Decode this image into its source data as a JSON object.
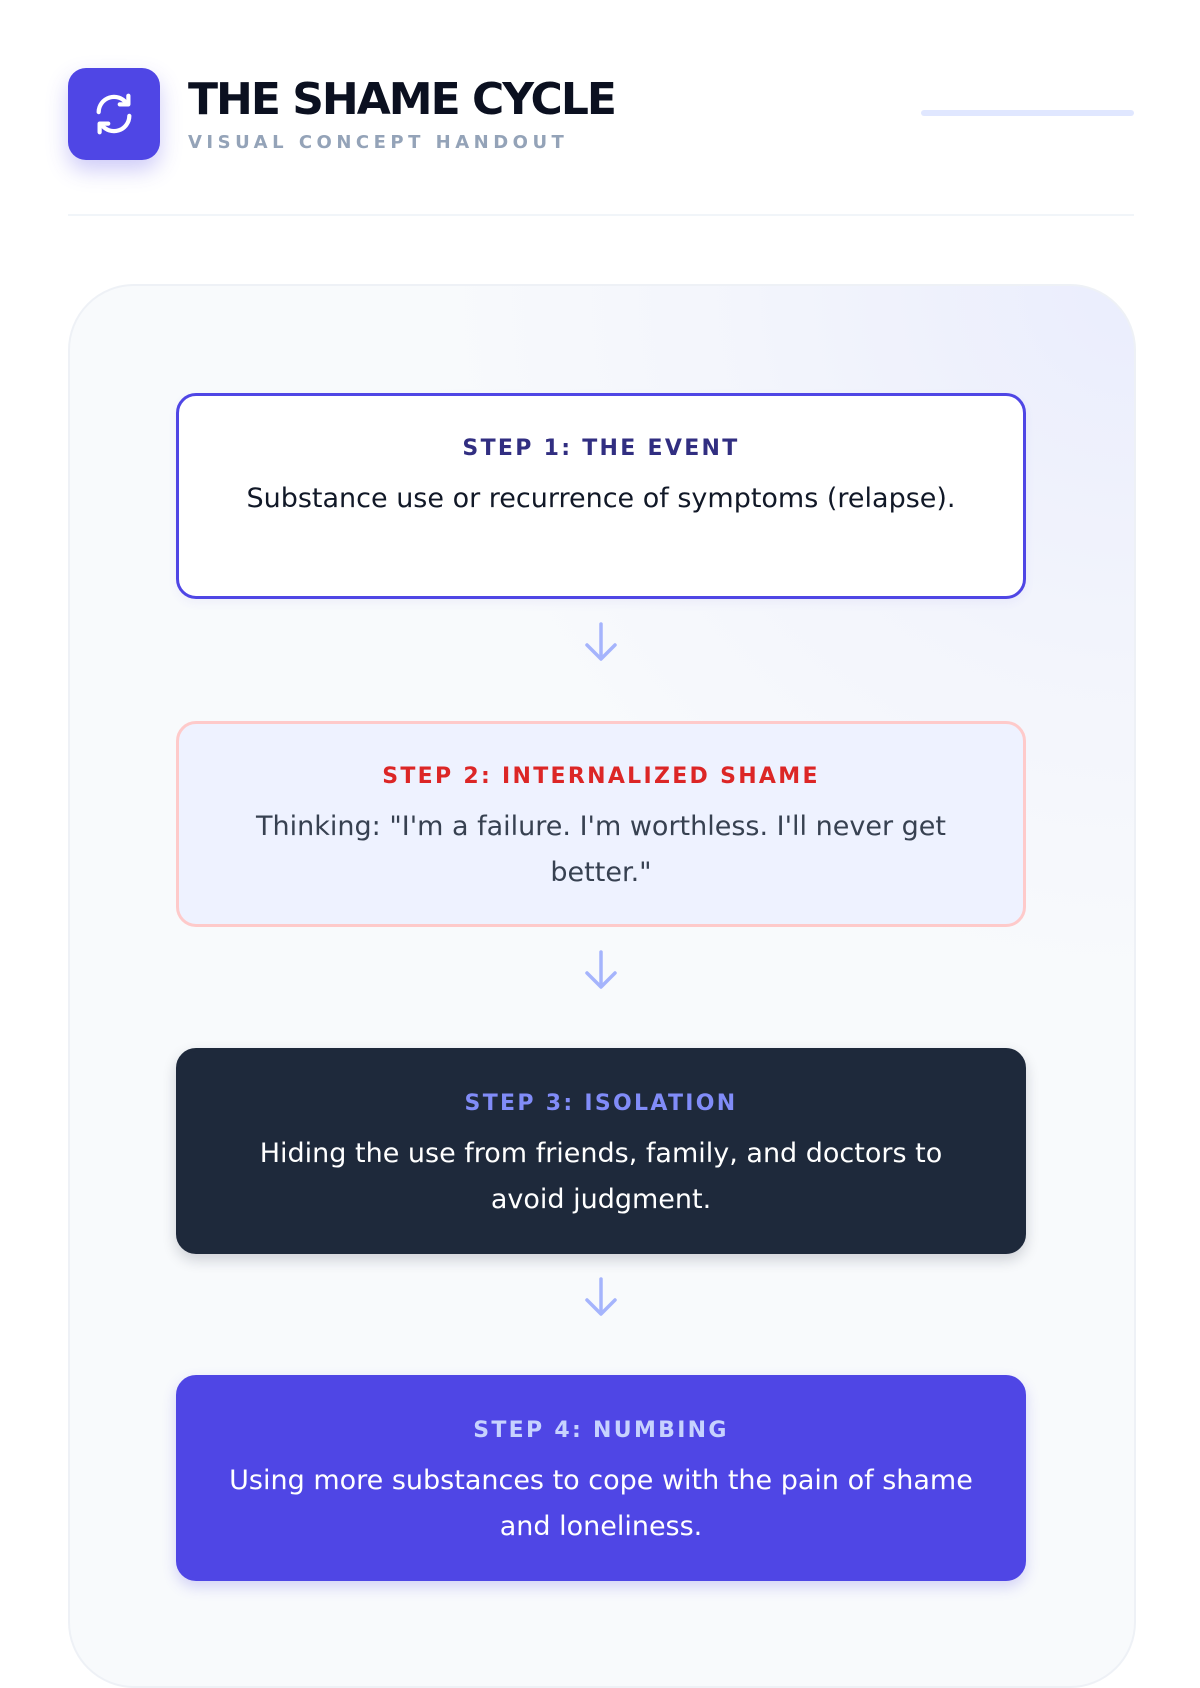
{
  "header": {
    "icon": "refresh-cycle-icon",
    "title": "THE SHAME CYCLE",
    "subtitle": "VISUAL CONCEPT HANDOUT"
  },
  "steps": [
    {
      "label": "STEP 1: THE EVENT",
      "text": "Substance use or recurrence of symptoms (relapse)."
    },
    {
      "label": "STEP 2: INTERNALIZED SHAME",
      "text": "Thinking: \"I'm a failure. I'm worthless. I'll never get better.\""
    },
    {
      "label": "STEP 3: ISOLATION",
      "text": "Hiding the use from friends, family, and doctors to avoid judgment."
    },
    {
      "label": "STEP 4: NUMBING",
      "text": "Using more substances to cope with the pain of shame and loneliness."
    }
  ],
  "connector_icon": "arrow-down-icon",
  "colors": {
    "primary": "#4f46e5",
    "dark": "#1e293b",
    "danger": "#dc2626",
    "muted": "#94a3b8",
    "panel_bg": "#f8fafc"
  }
}
